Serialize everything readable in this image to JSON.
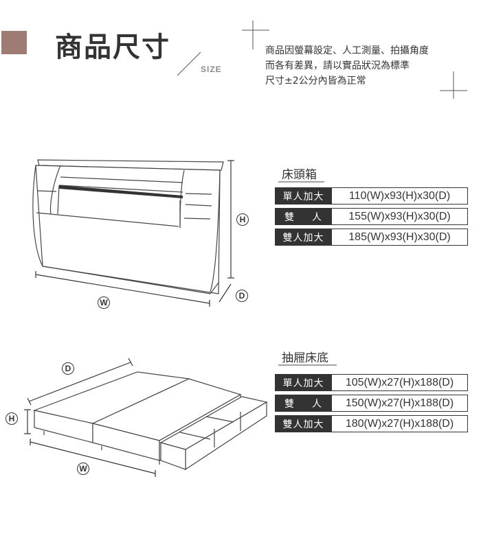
{
  "header": {
    "title": "商品尺寸",
    "subtitle": "SIZE",
    "notice_lines": [
      "商品因螢幕設定、人工測量、拍攝角度",
      "而各有差異，請以實品狀況為標準",
      "尺寸±2公分內皆為正常"
    ],
    "accent_color": "#9e7c73"
  },
  "headboard": {
    "title": "床頭箱",
    "dim_labels": {
      "h": "H",
      "w": "W",
      "d": "D"
    },
    "rows": [
      {
        "label_a": "單人加大",
        "label_b": "",
        "value": "110(W)x93(H)x30(D)"
      },
      {
        "label_a": "雙",
        "label_b": "人",
        "value": "155(W)x93(H)x30(D)"
      },
      {
        "label_a": "雙人加大",
        "label_b": "",
        "value": "185(W)x93(H)x30(D)"
      }
    ]
  },
  "bedbase": {
    "title": "抽屜床底",
    "dim_labels": {
      "d": "D",
      "h": "H",
      "w": "W"
    },
    "rows": [
      {
        "label_a": "單人加大",
        "label_b": "",
        "value": "105(W)x27(H)x188(D)"
      },
      {
        "label_a": "雙",
        "label_b": "人",
        "value": "150(W)x27(H)x188(D)"
      },
      {
        "label_a": "雙人加大",
        "label_b": "",
        "value": "180(W)x27(H)x188(D)"
      }
    ]
  }
}
